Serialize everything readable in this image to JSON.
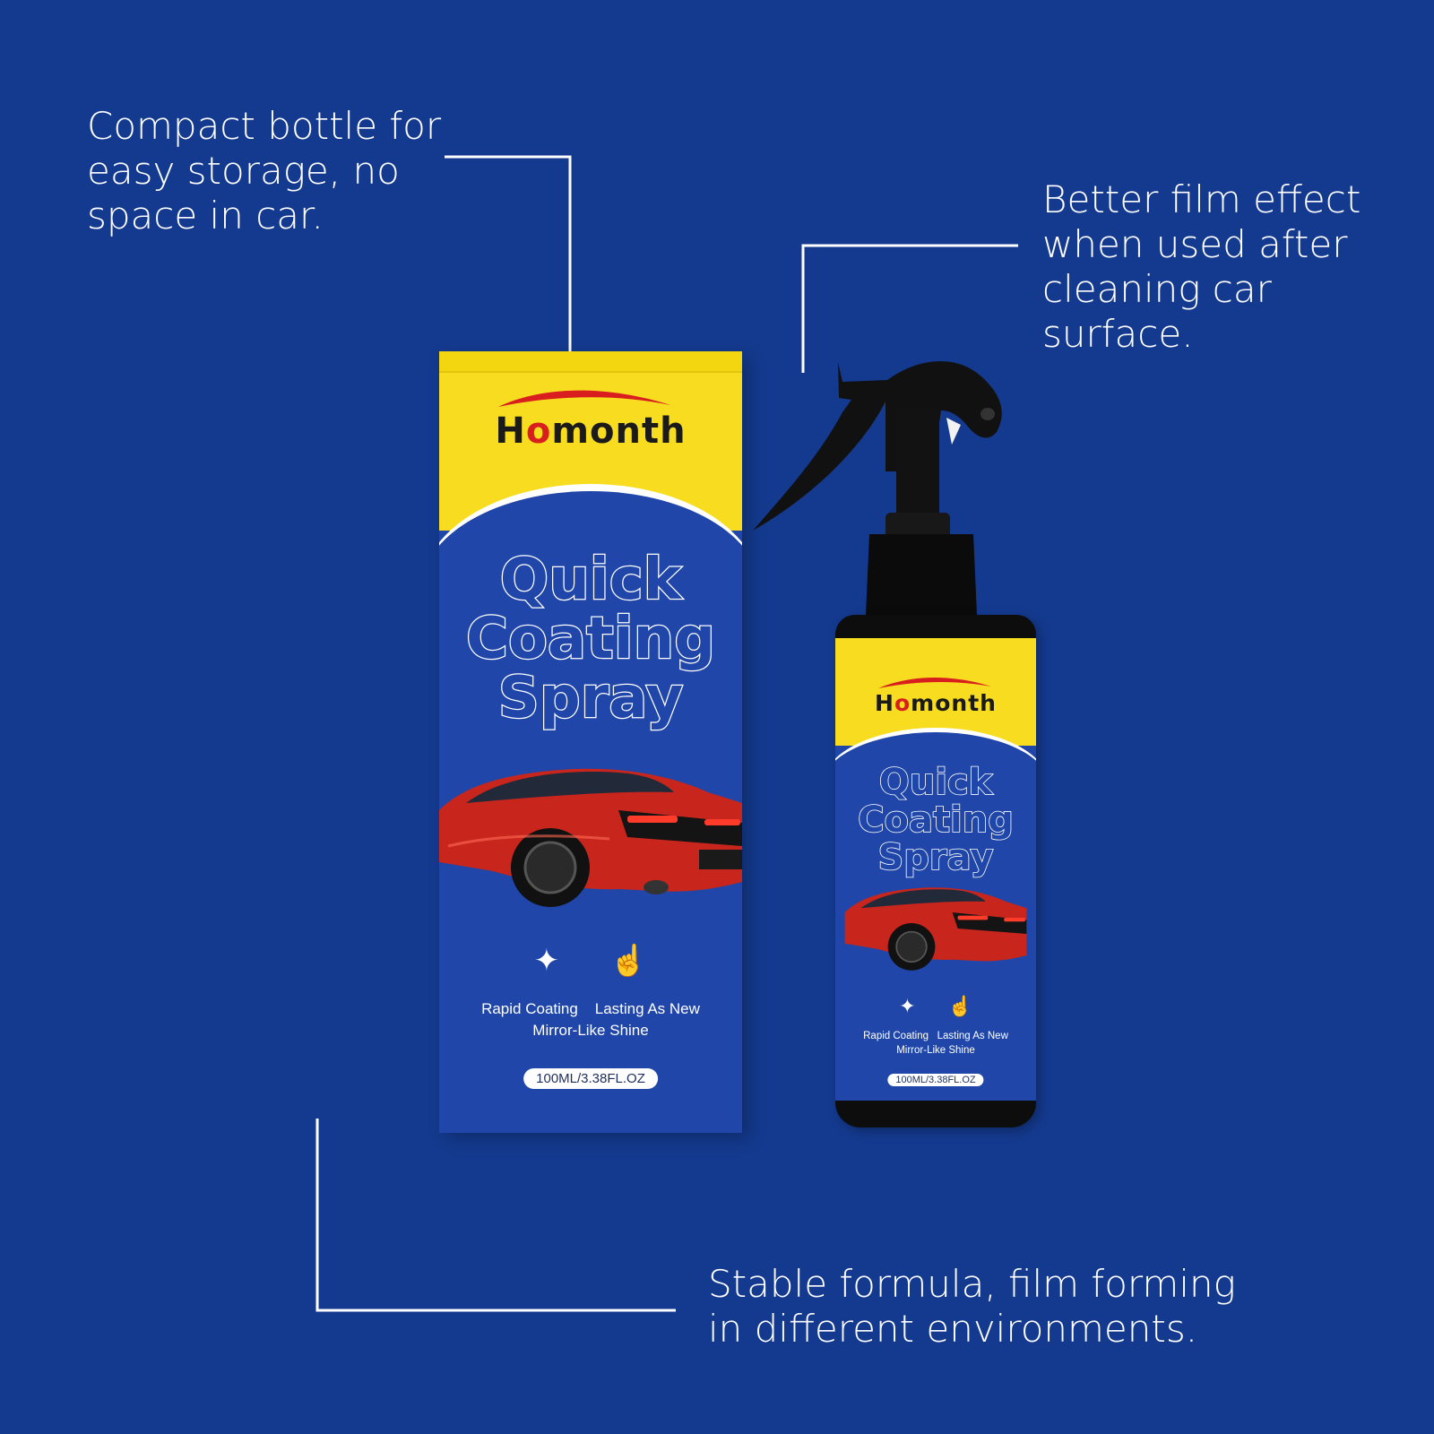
{
  "callouts": {
    "storage": "Compact bottle for easy storage, no space in car.",
    "film": "Better film effect when used after cleaning car surface.",
    "formula": "Stable formula, film forming in different environments."
  },
  "product": {
    "brand_prefix": "H",
    "brand_o": "o",
    "brand_suffix": "month",
    "title_line1": "Quick",
    "title_line2": "Coating",
    "title_line3": "Spray",
    "feature1": "Rapid Coating",
    "feature2": "Lasting As New",
    "feature3": "Mirror-Like Shine",
    "volume": "100ML/3.38FL.OZ"
  },
  "colors": {
    "background": "#143a8f",
    "package_blue": "#1f46a8",
    "package_yellow": "#f7dc1f",
    "brand_red": "#d81e1e",
    "car_red": "#c8261c"
  },
  "icons": [
    "sparkle-icon",
    "hand-wash-icon",
    "spray-trigger-icon"
  ]
}
